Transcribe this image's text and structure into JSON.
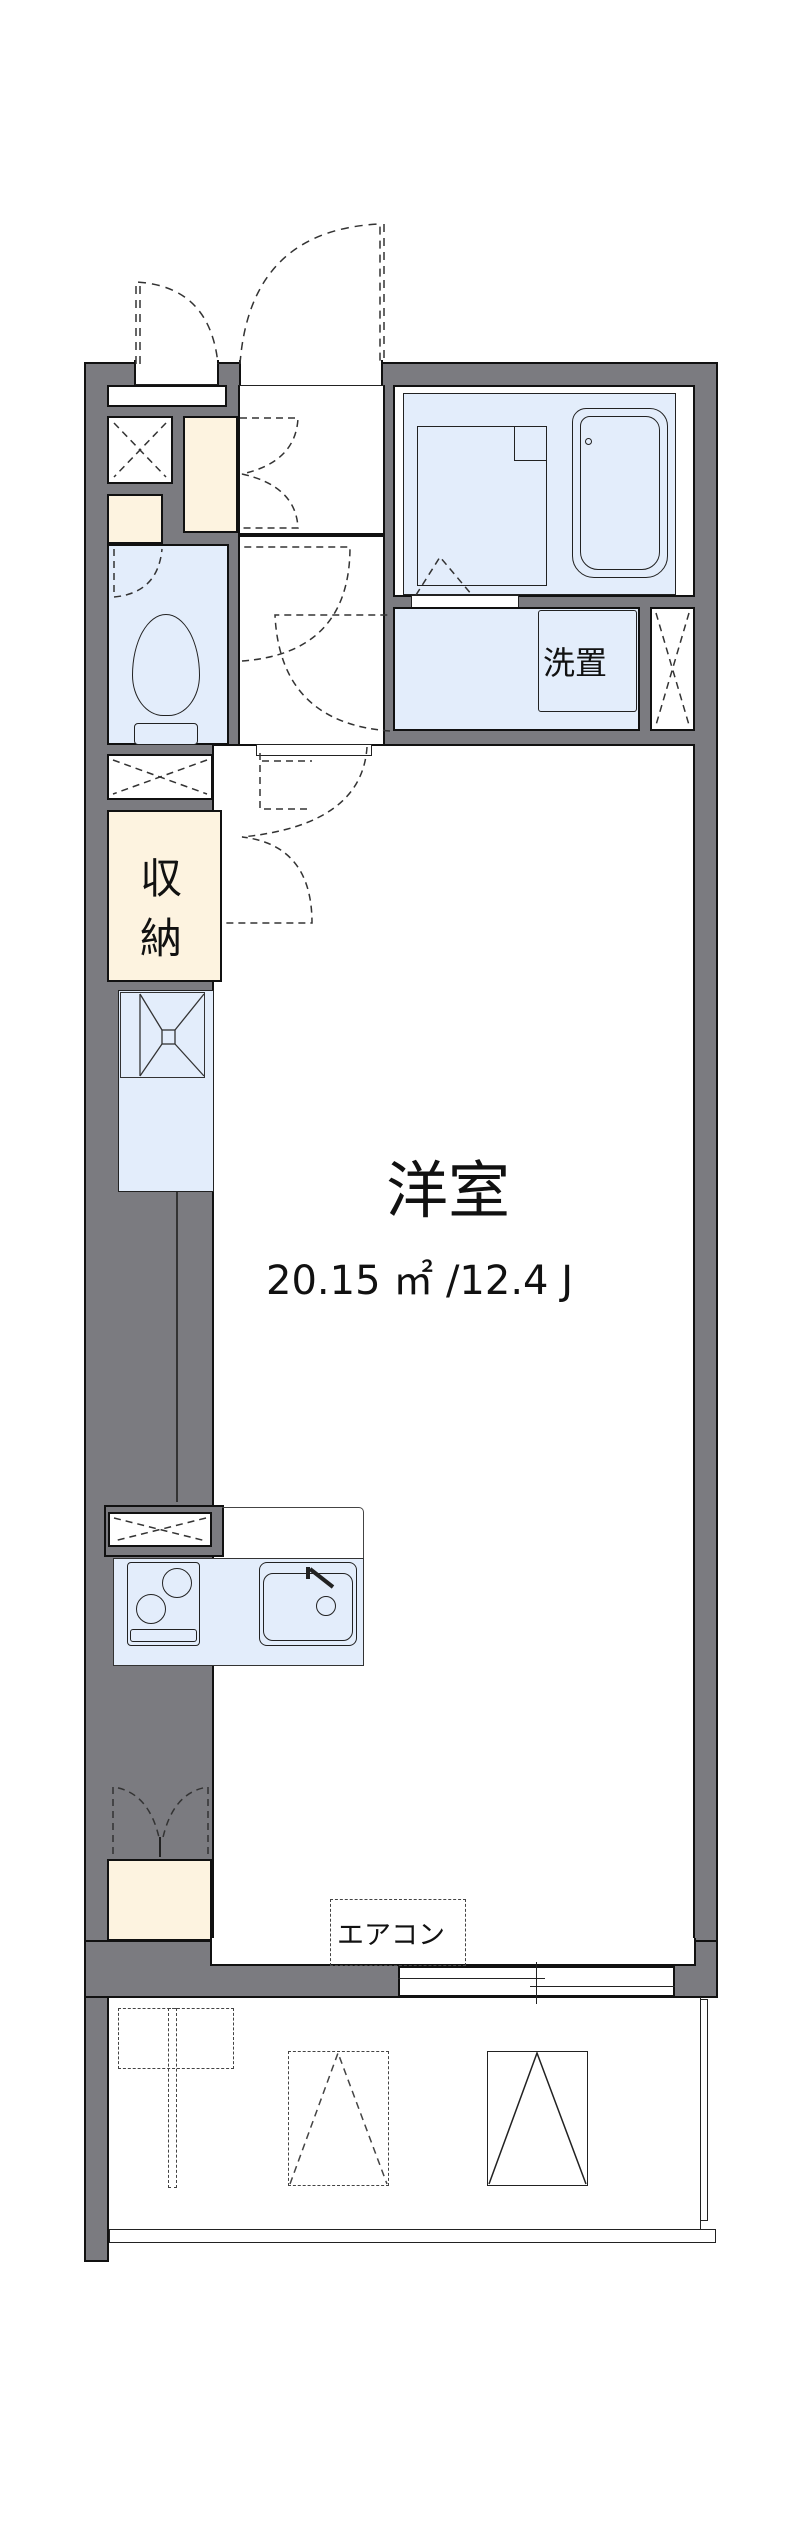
{
  "floor_plan": {
    "rooms": [
      {
        "id": "western-room",
        "label": "洋室",
        "area": "20.15 ㎡ /12.4 J"
      },
      {
        "id": "storage",
        "label_line1": "収",
        "label_line2": "納"
      },
      {
        "id": "laundry",
        "label": "洗置"
      },
      {
        "id": "aircon",
        "label": "エアコン"
      }
    ],
    "colors": {
      "wall": "#7b7b80",
      "wet_area": "#e3edfb",
      "storage": "#fdf3e0",
      "outline": "#111111"
    }
  }
}
